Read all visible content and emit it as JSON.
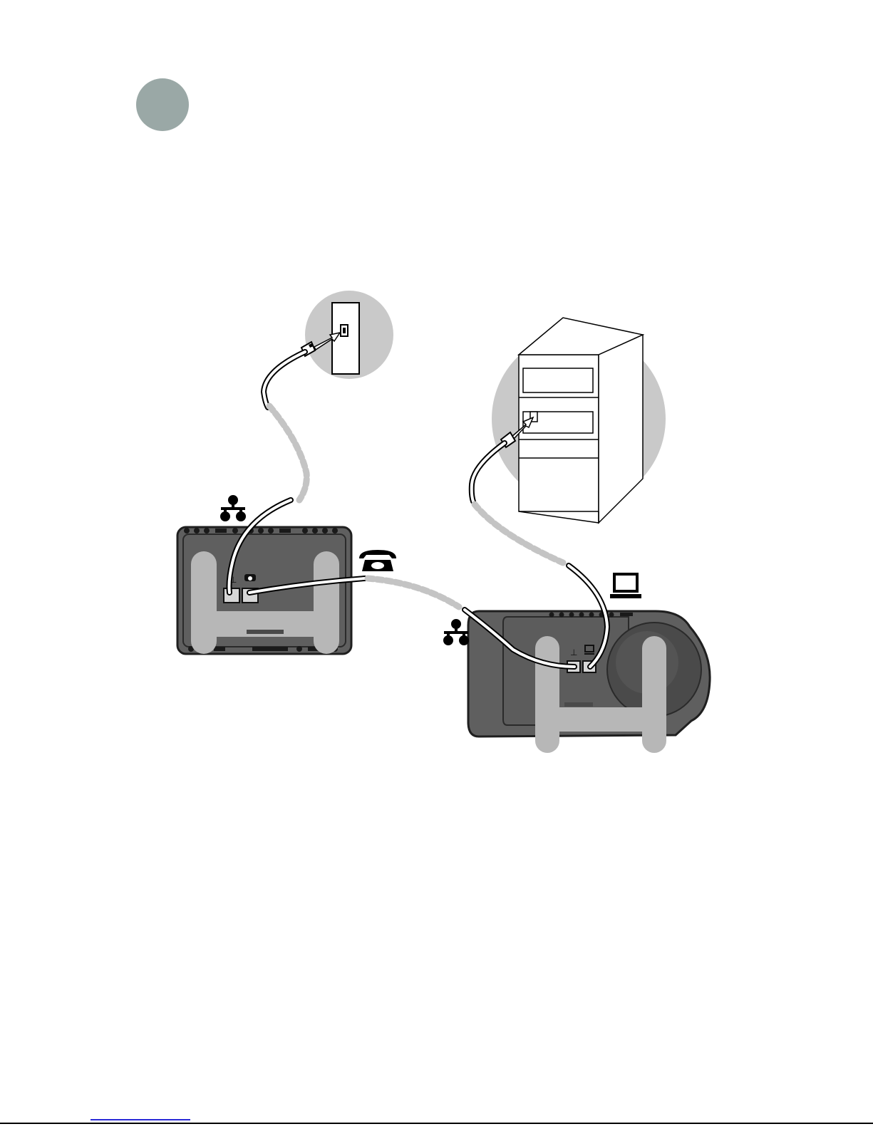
{
  "colors": {
    "step_badge": "#9aa8a6",
    "highlight_circle": "#c9c9c9",
    "device_body": "#5f5f5f",
    "device_outline": "#1f1f1f",
    "clamp": "#b7b7b7",
    "cable_dashed": "#c4c4c4",
    "page_link": "#2b2bd8"
  },
  "icons": {
    "network_left": "network-icon",
    "phone": "telephone-icon",
    "computer": "computer-icon",
    "network_right": "network-icon"
  },
  "devices": {
    "wall_jack": "wall-phone-jack",
    "computer_tower": "computer-tower",
    "base_unit": "base-unit-bottom-view",
    "handheld_unit": "handheld-unit-bottom-view"
  }
}
